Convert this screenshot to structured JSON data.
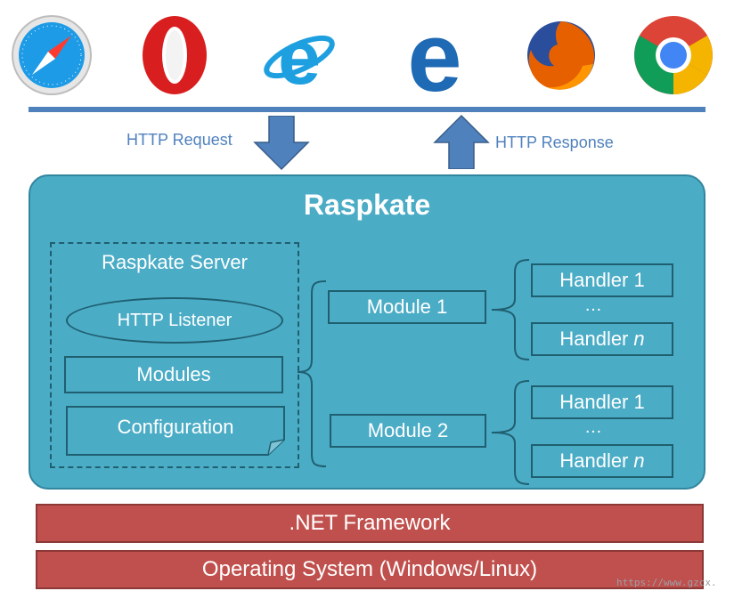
{
  "browsers": [
    {
      "name": "safari-icon"
    },
    {
      "name": "opera-icon"
    },
    {
      "name": "internet-explorer-icon"
    },
    {
      "name": "edge-icon"
    },
    {
      "name": "firefox-icon"
    },
    {
      "name": "chrome-icon"
    }
  ],
  "http": {
    "request": "HTTP Request",
    "response": "HTTP Response"
  },
  "raspkate": {
    "title": "Raspkate",
    "server": {
      "title": "Raspkate Server",
      "listener": "HTTP Listener",
      "modules": "Modules",
      "configuration": "Configuration"
    },
    "module1": {
      "label": "Module 1",
      "handler_first": "Handler 1",
      "dots": "…",
      "handler_last": "Handler",
      "handler_last_suffix": "n"
    },
    "module2": {
      "label": "Module 2",
      "handler_first": "Handler 1",
      "dots": "…",
      "handler_last": "Handler",
      "handler_last_suffix": "n"
    }
  },
  "layers": {
    "framework": ".NET Framework",
    "os": "Operating System (Windows/Linux)"
  },
  "watermark": "https://www.gzcx."
}
